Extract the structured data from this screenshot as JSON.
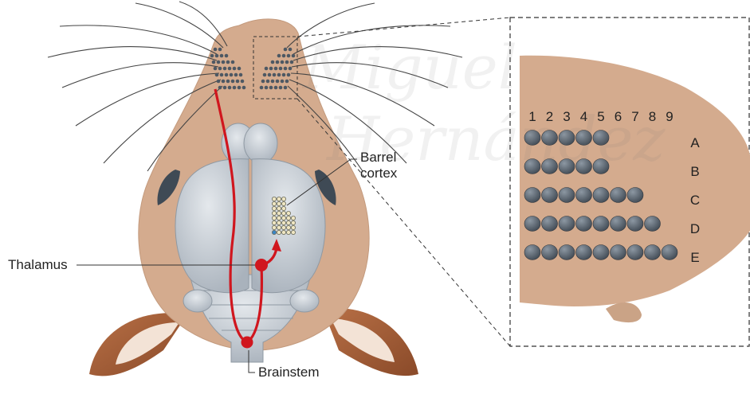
{
  "labels": {
    "barrel_cortex_line1": "Barrel",
    "barrel_cortex_line2": "cortex",
    "thalamus": "Thalamus",
    "brainstem": "Brainstem"
  },
  "watermark": {
    "line1": "Miguel",
    "line2": "Hernández"
  },
  "whisker_columns": [
    "1",
    "2",
    "3",
    "4",
    "5",
    "6",
    "7",
    "8",
    "9"
  ],
  "whisker_rows": [
    {
      "name": "A",
      "count": 5
    },
    {
      "name": "B",
      "count": 5
    },
    {
      "name": "C",
      "count": 7
    },
    {
      "name": "D",
      "count": 8
    },
    {
      "name": "E",
      "count": 9
    }
  ],
  "colors": {
    "skin": "#d4ab8e",
    "skin_dark": "#b78a6c",
    "ear_inner": "#f3e3d6",
    "ear_outer": "#a9643f",
    "brain": "#c5ccd4",
    "brain_dark": "#9ea7b1",
    "pathway": "#d0161e",
    "follicle": "#4d5863",
    "eye": "#3f4a55"
  }
}
